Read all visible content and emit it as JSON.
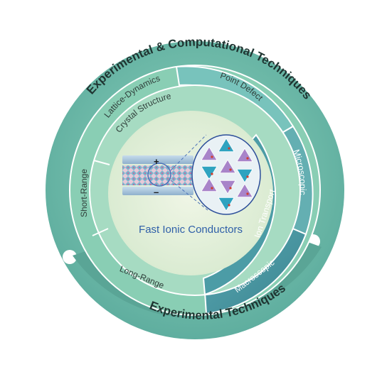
{
  "diagram": {
    "outer_top_label": "Experimental & Computational Techniques",
    "outer_bottom_label": "Experimental Techniques",
    "middle_ring": {
      "lattice_dynamics": "Lattice-Dynamics",
      "point_defect": "Point Defect",
      "microscopic": "Microscopic",
      "macroscopic": "Macroscopic"
    },
    "inner_ring": {
      "crystal_structure": "Crystal Structure",
      "short_range": "Short-Range",
      "long_range": "Long-Range",
      "ion_transport": "Ion Transport"
    },
    "center": {
      "title": "Fast Ionic Conductors",
      "plus_sign": "+",
      "minus_sign": "–"
    },
    "colors": {
      "outer_ring": "#6fbfab",
      "middle_ring": "#8fd0b6",
      "point_defect_panel": "#7fc4bf",
      "microscopic_panel": "#6ab3b3",
      "macroscopic_panel": "#3f8f95",
      "inner_ring": "#a8dbc3",
      "ion_transport_panel": "#4e9ea8",
      "center_disc": "#e6f1dc",
      "title_text": "#2f5fa8",
      "tetra_purple": "#a884c9",
      "tetra_teal": "#2fa3c0"
    }
  }
}
